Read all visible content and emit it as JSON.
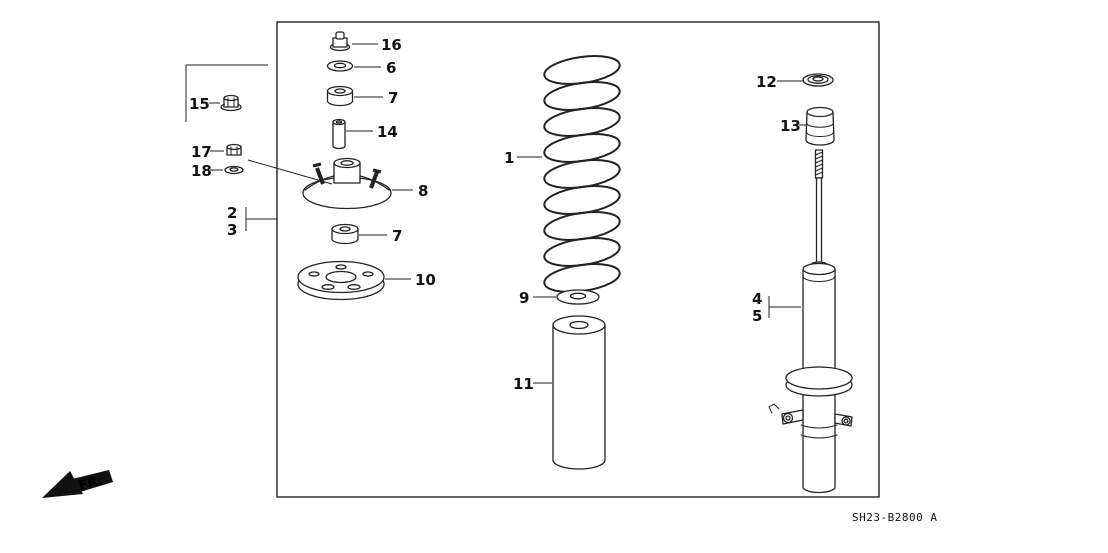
{
  "diagram": {
    "code": "SH23-B2800 A",
    "direction_indicator": "FR.",
    "labels": [
      {
        "text": "16"
      },
      {
        "text": "6"
      },
      {
        "text": "7"
      },
      {
        "text": "14"
      },
      {
        "text": "15"
      },
      {
        "text": "17"
      },
      {
        "text": "18"
      },
      {
        "text": "8"
      },
      {
        "text": "2"
      },
      {
        "text": "3"
      },
      {
        "text": "7"
      },
      {
        "text": "10"
      },
      {
        "text": "1"
      },
      {
        "text": "9"
      },
      {
        "text": "11"
      },
      {
        "text": "12"
      },
      {
        "text": "13"
      },
      {
        "text": "4"
      },
      {
        "text": "5"
      }
    ]
  }
}
